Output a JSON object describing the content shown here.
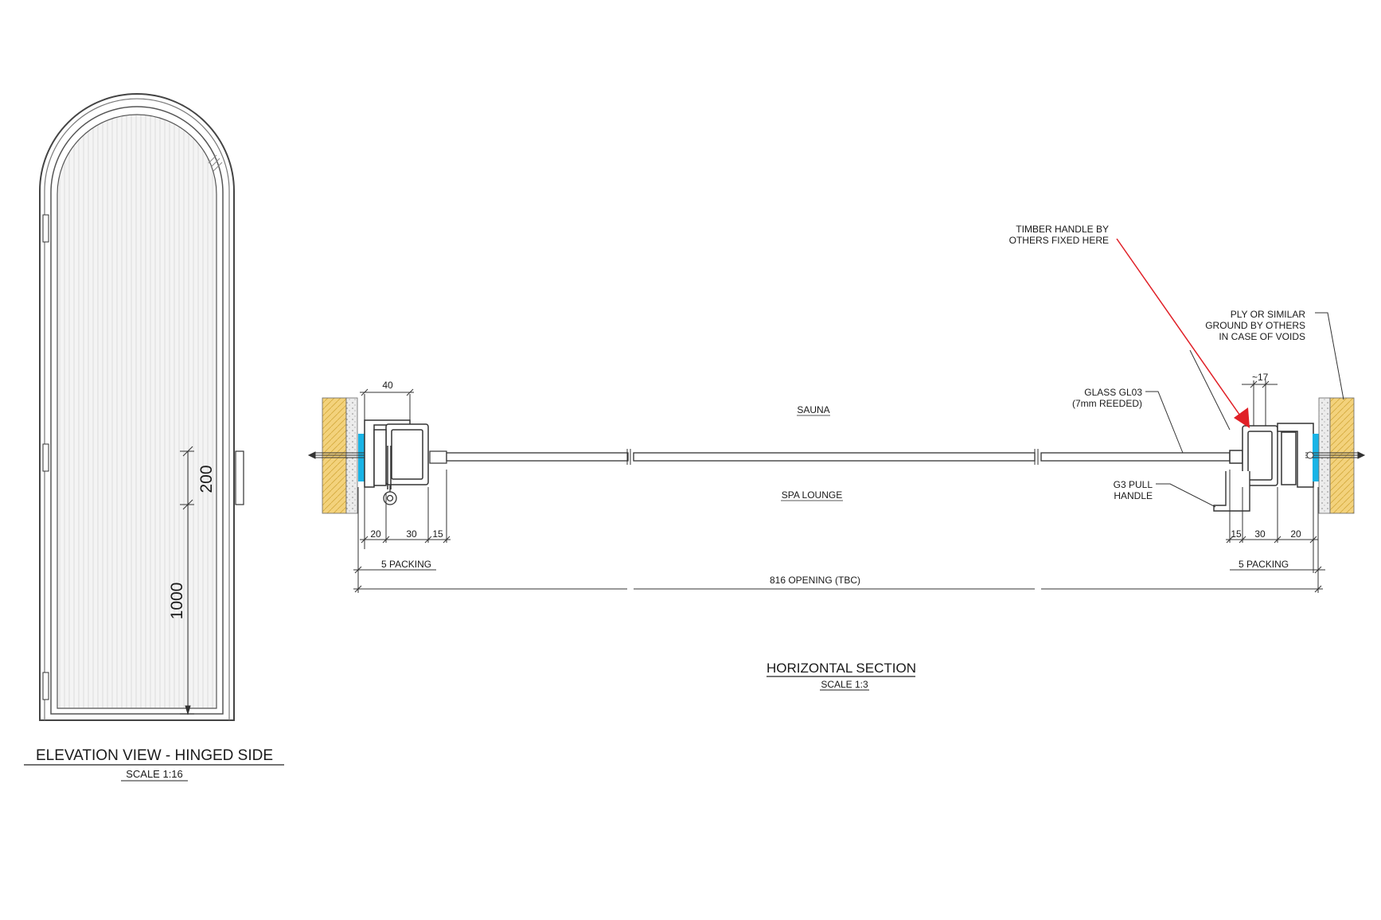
{
  "colors": {
    "line": "#333333",
    "leader_arrow": "#e01f26",
    "masonry": "#f2d07a",
    "seal": "#19b4e6",
    "render": "#d9d9d9"
  },
  "elevation": {
    "dim_lower": "1000",
    "dim_upper": "200",
    "title": "ELEVATION VIEW - HINGED SIDE",
    "scale": "SCALE 1:16"
  },
  "section": {
    "room_top": "SAUNA",
    "room_bottom": "SPA LOUNGE",
    "title": "HORIZONTAL SECTION",
    "scale": "SCALE 1:3",
    "opening": "816 OPENING (TBC)",
    "left": {
      "top_dim": "40",
      "dims": [
        "20",
        "30",
        "15"
      ],
      "packing": "5 PACKING"
    },
    "right": {
      "top_dim": "~17",
      "dims": [
        "15",
        "30",
        "20"
      ],
      "packing": "5 PACKING"
    },
    "notes": {
      "timber_handle": [
        "TIMBER HANDLE BY",
        "OTHERS FIXED HERE"
      ],
      "ply": [
        "PLY OR SIMILAR",
        "GROUND BY OTHERS",
        "IN CASE OF VOIDS"
      ],
      "glass": [
        "GLASS GL03",
        "(7mm REEDED)"
      ],
      "pull_handle": [
        "G3 PULL",
        "HANDLE"
      ]
    }
  }
}
